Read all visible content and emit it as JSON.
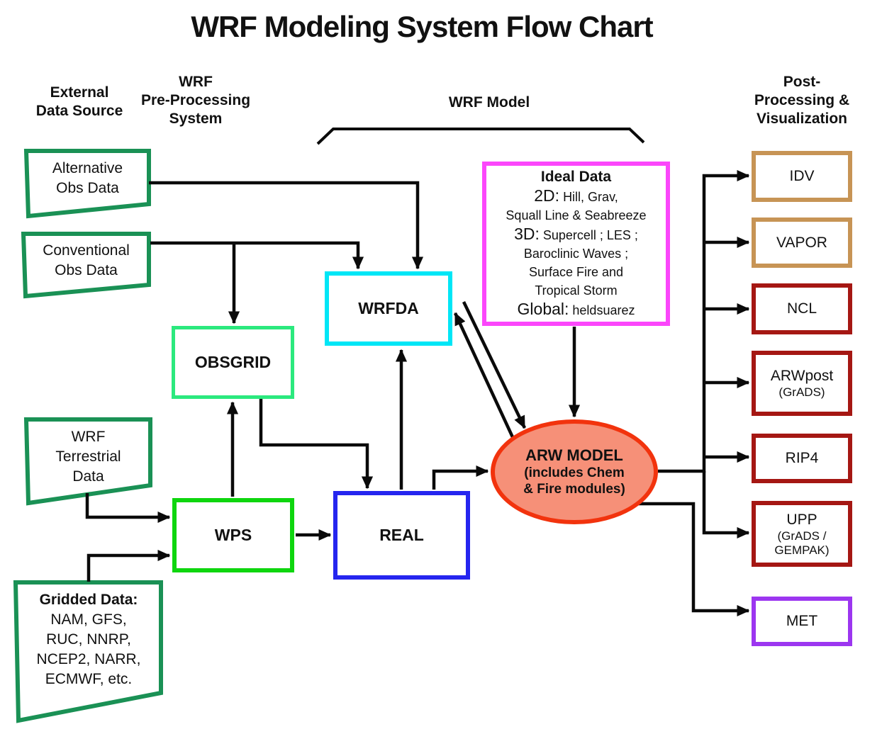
{
  "title": "WRF Modeling System Flow Chart",
  "headers": {
    "external": [
      "External",
      "Data Source"
    ],
    "preprocessing": [
      "WRF",
      "Pre-Processing",
      "System"
    ],
    "model": "WRF Model",
    "postprocessing": [
      "Post-",
      "Processing &",
      "Visualization"
    ]
  },
  "sources": {
    "alternative": [
      "Alternative",
      "Obs Data"
    ],
    "conventional": [
      "Conventional",
      "Obs Data"
    ],
    "terrestrial": [
      "WRF",
      "Terrestrial",
      "Data"
    ],
    "gridded": {
      "title": "Gridded Data:",
      "lines": [
        "NAM, GFS,",
        "RUC, NNRP,",
        "NCEP2, NARR,",
        "ECMWF, etc."
      ]
    }
  },
  "process": {
    "obsgrid": "OBSGRID",
    "wrfda": "WRFDA",
    "wps": "WPS",
    "real": "REAL"
  },
  "ideal_data": {
    "title": "Ideal Data",
    "lines": [
      {
        "big": "2D:",
        "small": "Hill, Grav,"
      },
      {
        "small": "Squall Line & Seabreeze"
      },
      {
        "big": "3D:",
        "small": "Supercell ; LES ;"
      },
      {
        "small": "Baroclinic Waves ;"
      },
      {
        "small": "Surface Fire and"
      },
      {
        "small": "Tropical Storm"
      },
      {
        "big": "Global:",
        "small": "heldsuarez"
      }
    ]
  },
  "arw": {
    "line1": "ARW MODEL",
    "line2": "(includes Chem",
    "line3": "& Fire modules)"
  },
  "post": {
    "idv": "IDV",
    "vapor": "VAPOR",
    "ncl": "NCL",
    "arwpost": {
      "main": "ARWpost",
      "sub": "(GrADS)"
    },
    "rip4": "RIP4",
    "upp": {
      "main": "UPP",
      "sub1": "(GrADS /",
      "sub2": "GEMPAK)"
    },
    "met": "MET"
  },
  "colors": {
    "source_green": "#1A9155",
    "obsgrid_green": "#2BE97E",
    "wps_green": "#0ED60E",
    "wrfda_cyan": "#00E6F6",
    "real_blue": "#2525EF",
    "ideal_magenta": "#FB46FB",
    "arw_border": "#F2330D",
    "arw_fill": "#F69078",
    "tan": "#C79455",
    "dark_red": "#A51713",
    "purple": "#9C36F0",
    "line_black": "#0A0A0A"
  }
}
